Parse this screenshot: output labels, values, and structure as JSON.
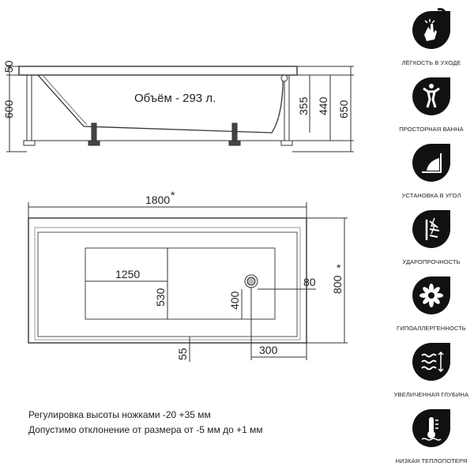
{
  "side_view": {
    "volume_label": "Объём - 293 л.",
    "dims": {
      "rim": "50",
      "total_left": "600",
      "depth": "355",
      "inner": "440",
      "overall": "650"
    }
  },
  "top_view": {
    "dims": {
      "length": "1800",
      "length_mark": "*",
      "width": "800",
      "width_mark": "*",
      "bottom_length": "1250",
      "bottom_width": "530",
      "drain_offset": "400",
      "drain_edge": "80",
      "wall": "55",
      "drain_from_end": "300"
    }
  },
  "notes": [
    "Регулировка высоты ножками -20 +35 мм",
    "Допустимо отклонение от размера от -5 мм до +1 мм"
  ],
  "features": [
    {
      "label": "ЛЁГКОСТЬ В УХОДЕ",
      "icon": "hand-wipe-icon"
    },
    {
      "label": "ПРОСТОРНАЯ ВАННА",
      "icon": "person-stretch-icon"
    },
    {
      "label": "УСТАНОВКА В УГОЛ",
      "icon": "corner-install-icon"
    },
    {
      "label": "УДАРОПРОЧНОСТЬ",
      "icon": "impact-resistance-icon"
    },
    {
      "label": "ГИПОАЛЛЕРГЕННОСТЬ",
      "icon": "flower-icon"
    },
    {
      "label": "УВЕЛИЧЕННАЯ ГЛУБИНА",
      "icon": "waves-depth-icon"
    },
    {
      "label": "НИЗКАЯ ТЕПЛОПОТЕРЯ",
      "icon": "thermometer-icon"
    }
  ]
}
